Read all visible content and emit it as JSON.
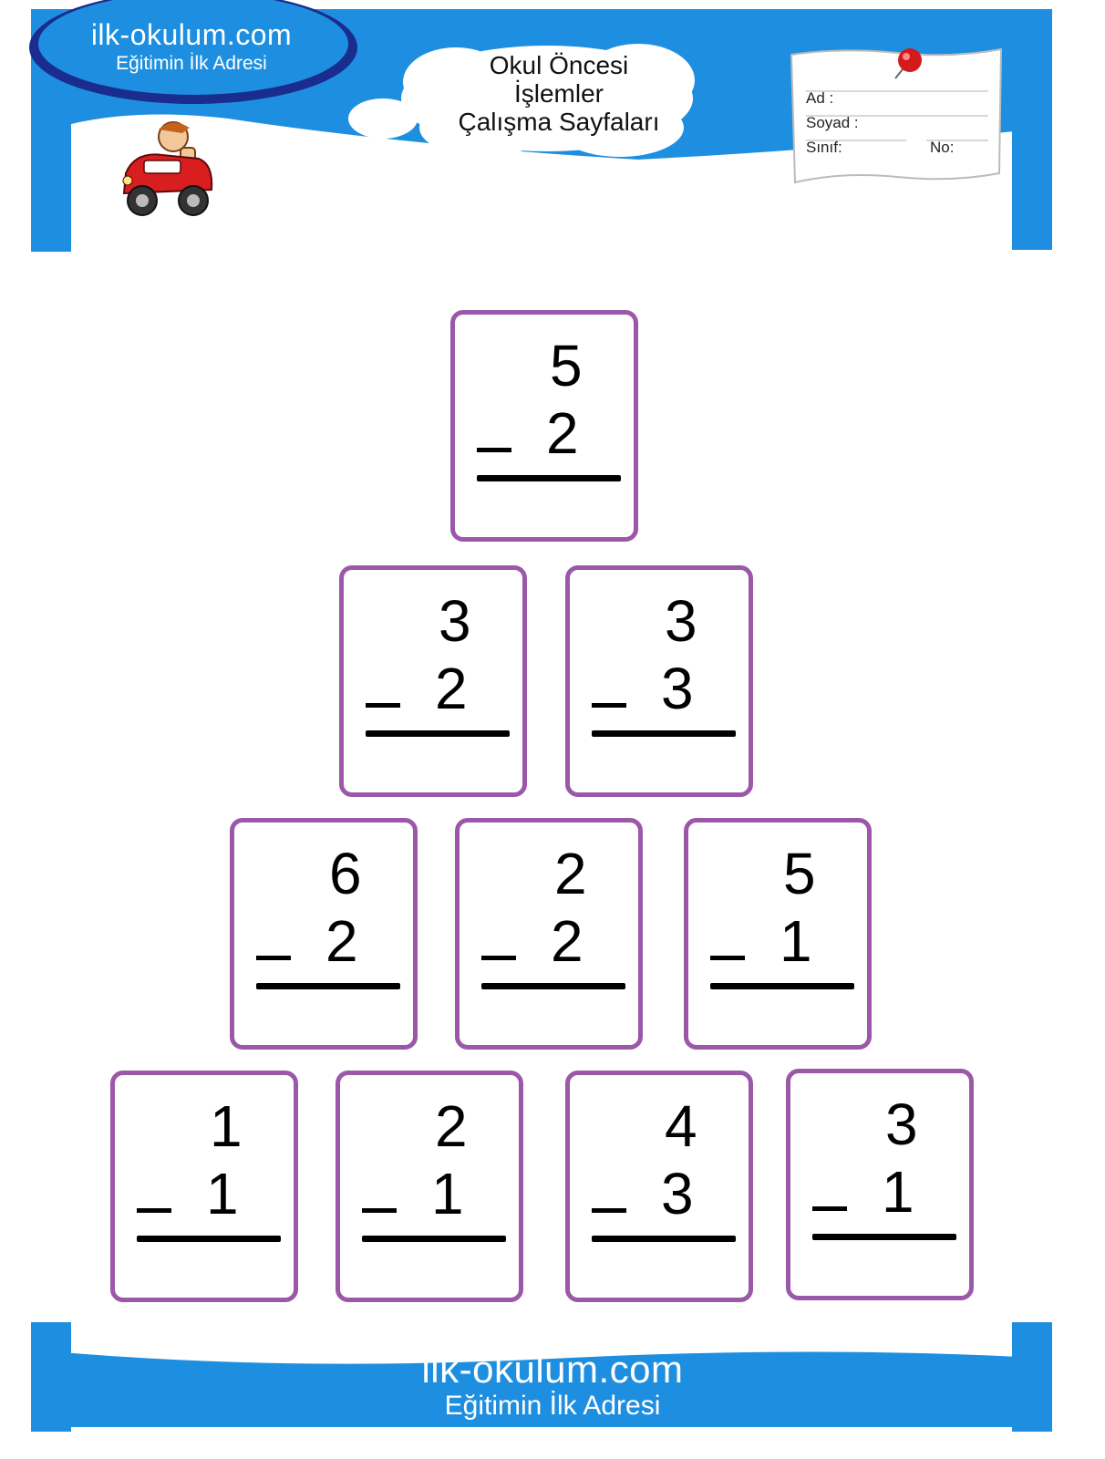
{
  "header": {
    "logo_site": "ilk-okulum.com",
    "logo_tagline": "Eğitimin İlk Adresi",
    "title_lines": [
      "Okul Öncesi",
      "İşlemler",
      "Çalışma Sayfaları"
    ],
    "info": {
      "name_label": "Ad :",
      "surname_label": "Soyad :",
      "class_label": "Sınıf:",
      "number_label": "No:"
    }
  },
  "problems": [
    {
      "top": "5",
      "bottom": "2"
    },
    {
      "top": "3",
      "bottom": "2"
    },
    {
      "top": "3",
      "bottom": "3"
    },
    {
      "top": "6",
      "bottom": "2"
    },
    {
      "top": "2",
      "bottom": "2"
    },
    {
      "top": "5",
      "bottom": "1"
    },
    {
      "top": "1",
      "bottom": "1"
    },
    {
      "top": "2",
      "bottom": "1"
    },
    {
      "top": "4",
      "bottom": "3"
    },
    {
      "top": "3",
      "bottom": "1"
    }
  ],
  "footer": {
    "site": "ilk-okulum.com",
    "tagline": "Eğitimin İlk Adresi"
  },
  "colors": {
    "brand_blue": "#1e8fe0",
    "card_border": "#9b57a8"
  }
}
